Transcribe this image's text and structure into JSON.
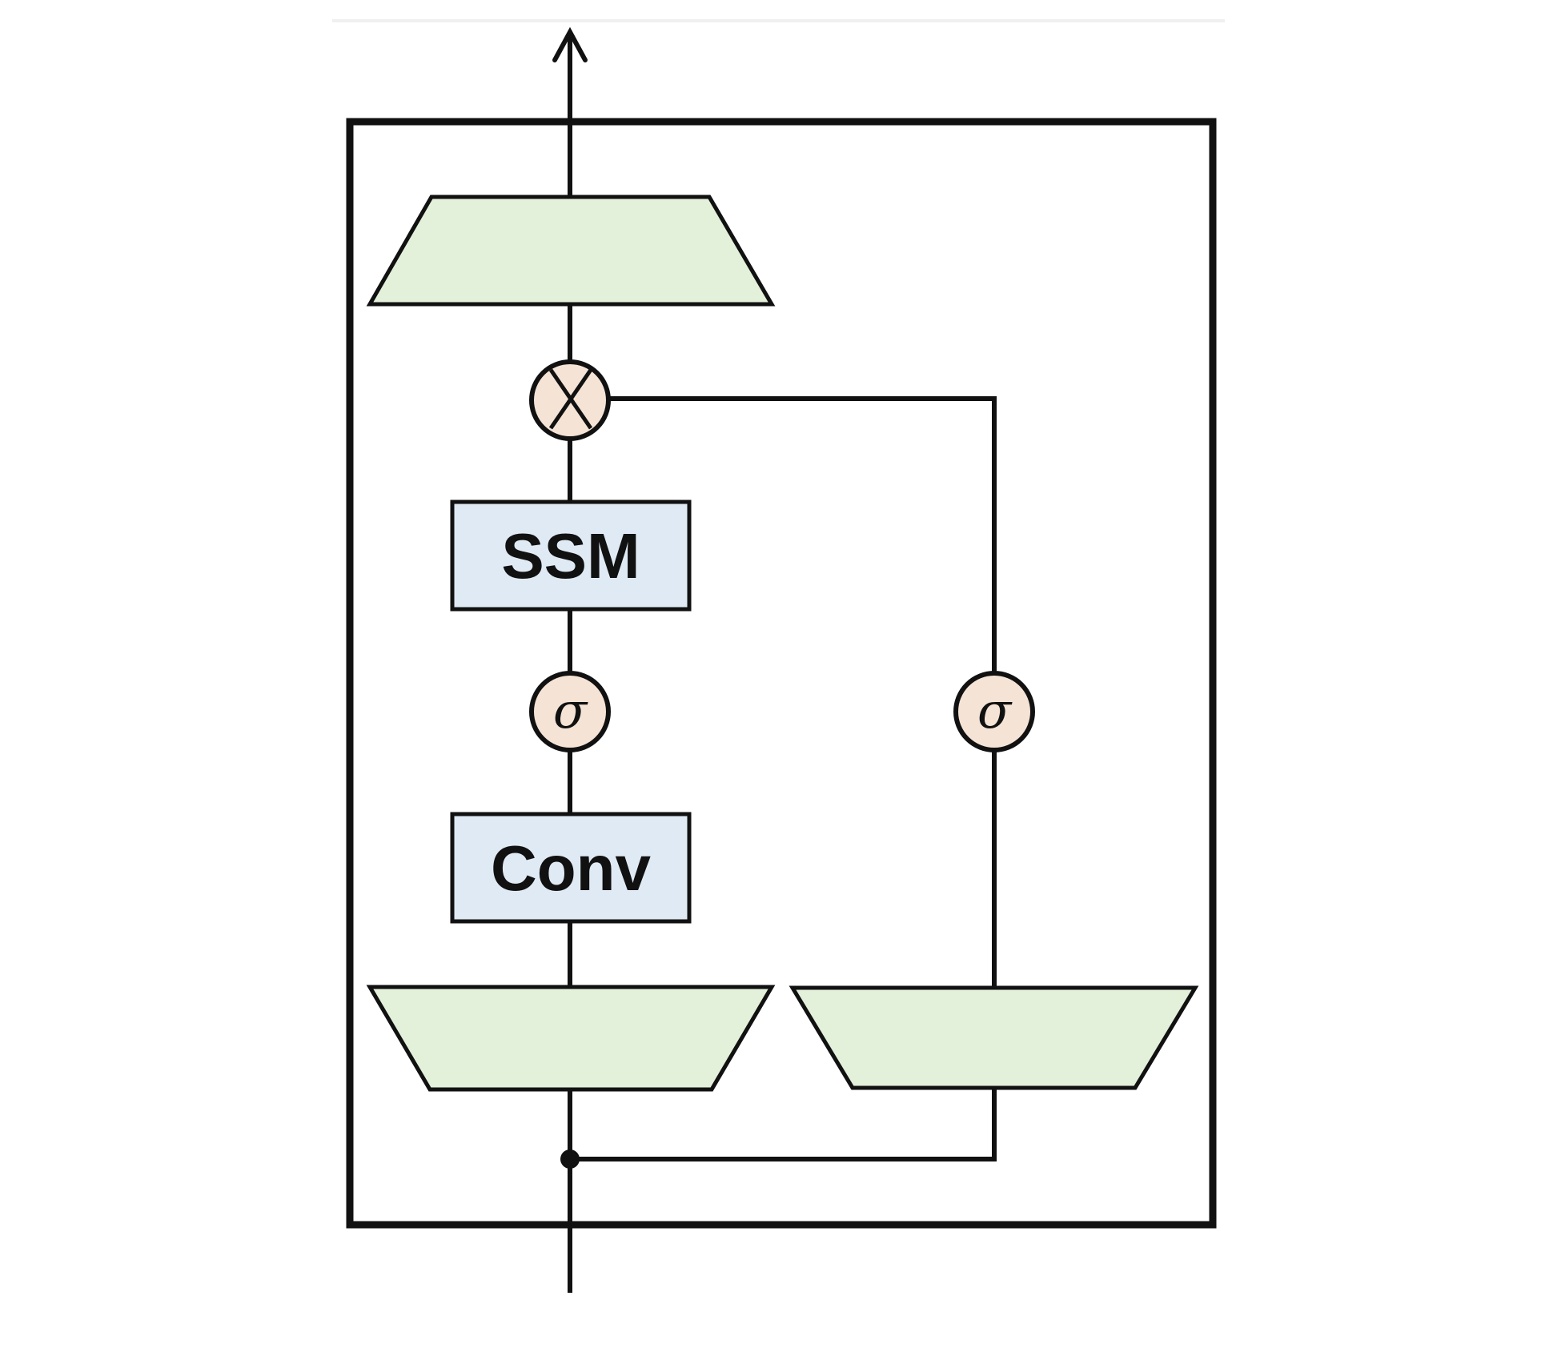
{
  "blocks": {
    "ssm_label": "SSM",
    "conv_label": "Conv",
    "sigma_left": "σ",
    "sigma_right": "σ"
  },
  "colors": {
    "projection_fill": "#e3f0da",
    "block_fill": "#dfeaf4",
    "node_fill": "#f5e3d6",
    "stroke": "#111111"
  }
}
